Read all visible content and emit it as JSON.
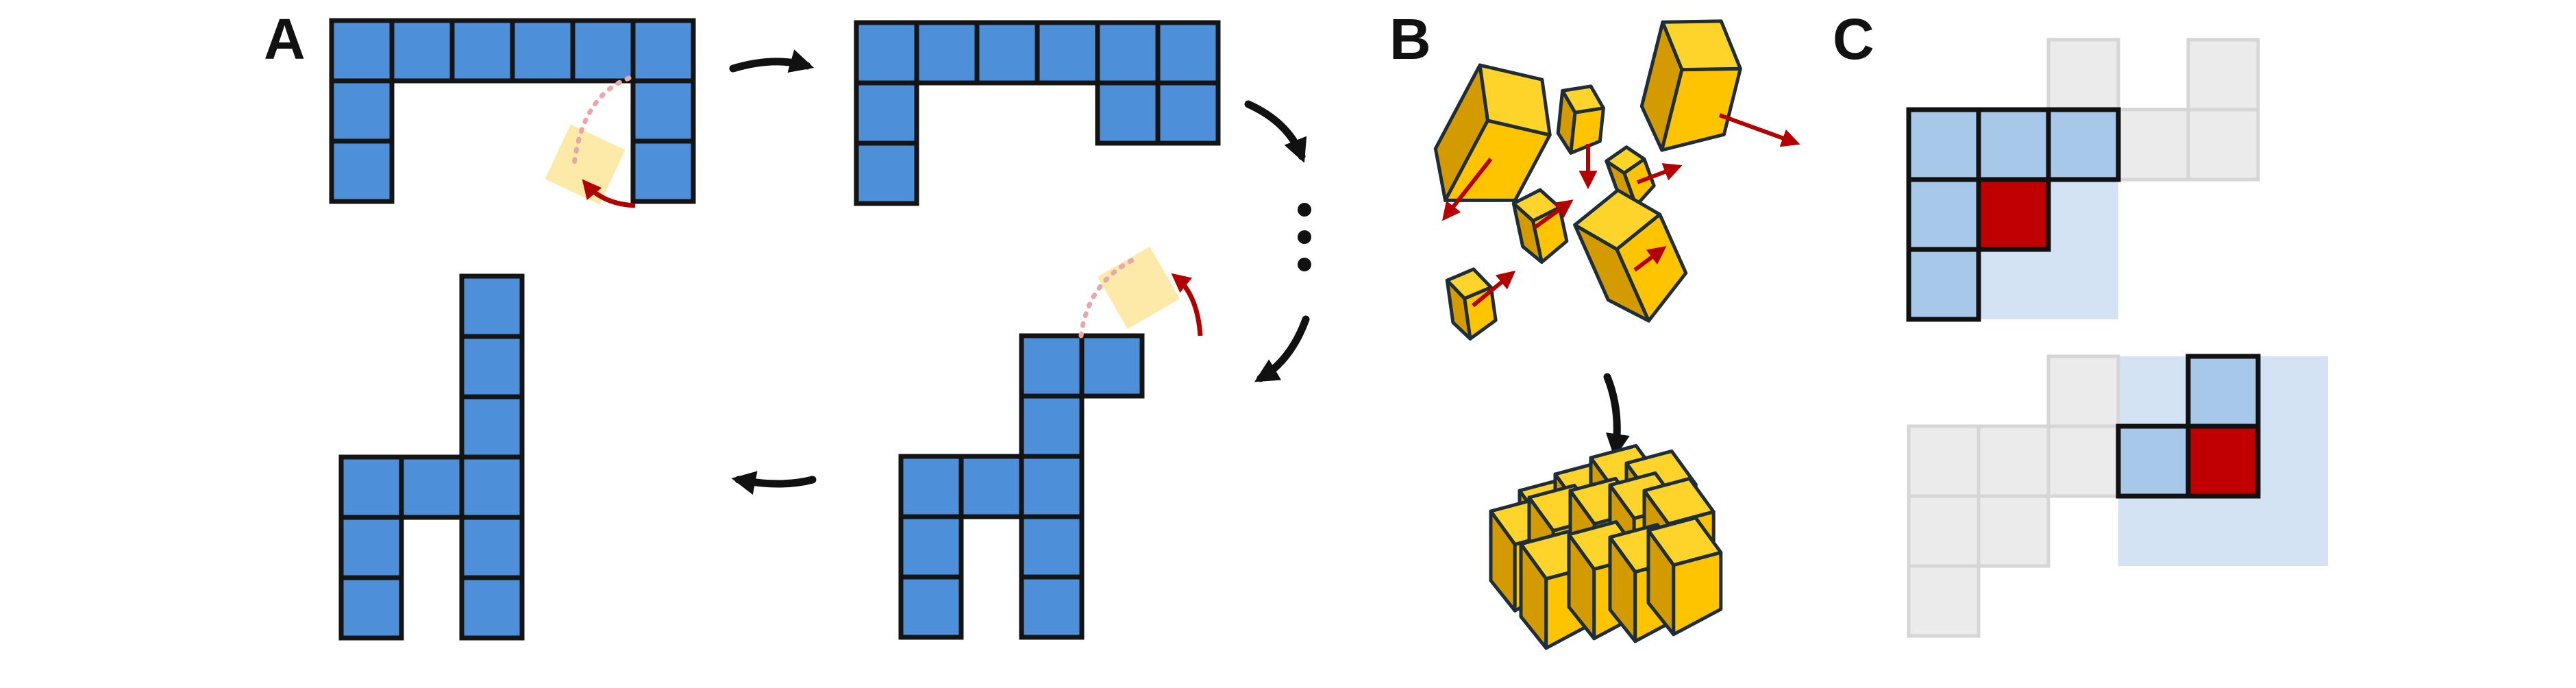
{
  "panels": {
    "a": {
      "label": "A"
    },
    "b": {
      "label": "B"
    },
    "c": {
      "label": "C"
    }
  },
  "colors": {
    "module_blue": "#4d8fd8",
    "ghost_yellow": "#fde9a8",
    "rotation_red": "#b10000",
    "cube_yellow": "#ffc400",
    "cube_dark": "#d39b00",
    "neighbor_blue": "#a8c8ea",
    "focus_red": "#c00000",
    "inactive_grey": "#ebebeb",
    "region_blue": "#d3e3f4"
  },
  "icons": {
    "ellipsis": "vertical-ellipsis-icon",
    "flow": "curved-arrow-icon",
    "rotation": "rotation-arrow-icon",
    "force": "force-arrow-icon"
  }
}
